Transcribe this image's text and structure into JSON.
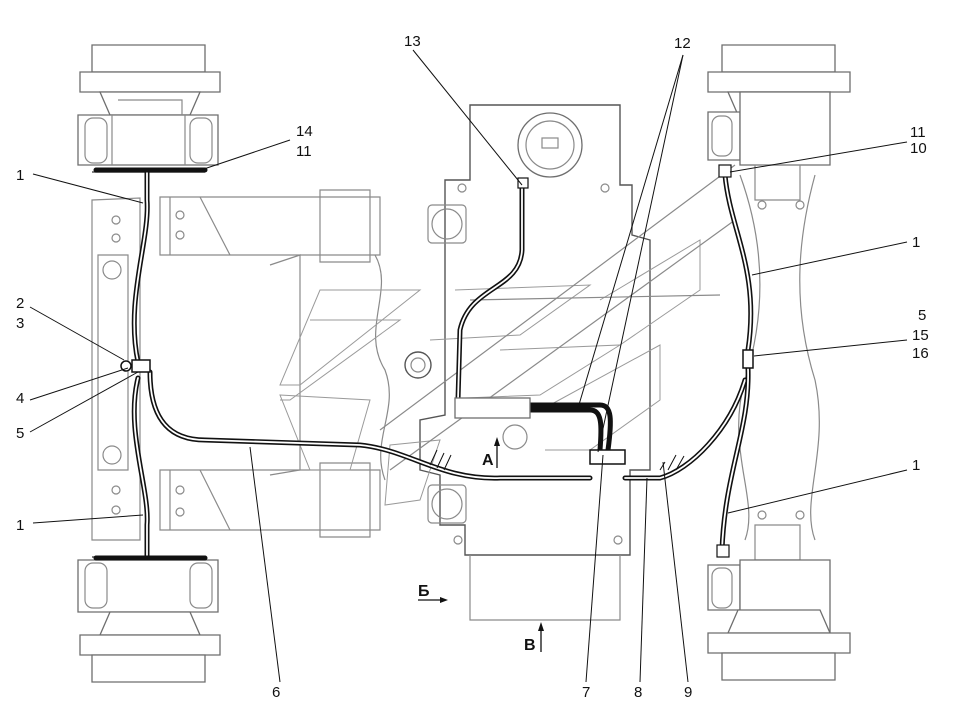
{
  "callouts": {
    "c1a": "1",
    "c1b": "1",
    "c1c": "1",
    "c1d": "1",
    "c2": "2",
    "c3": "3",
    "c4": "4",
    "c5a": "5",
    "c5b": "5",
    "c6": "6",
    "c7": "7",
    "c8": "8",
    "c9": "9",
    "c10": "10",
    "c11a": "11",
    "c11b": "11",
    "c12": "12",
    "c13": "13",
    "c14": "14",
    "c15": "15",
    "c16": "16"
  },
  "view_letters": {
    "a": "А",
    "b": "Б",
    "v": "В"
  }
}
